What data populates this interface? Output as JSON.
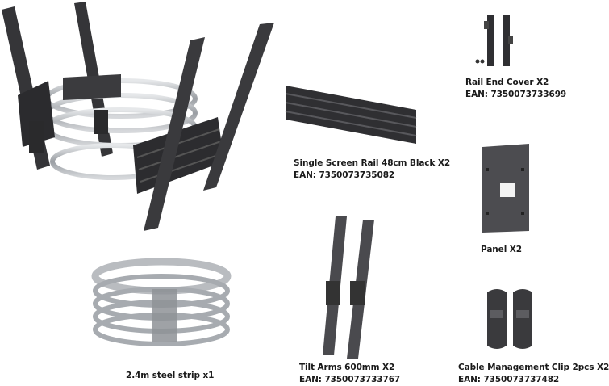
{
  "items": [
    {
      "key": "rail",
      "name": "Single Screen Rail 48cm Black X2",
      "ean": "EAN: 7350073735082"
    },
    {
      "key": "rail_end",
      "name": "Rail End Cover X2",
      "ean": "EAN: 7350073733699"
    },
    {
      "key": "panel",
      "name": "Panel X2",
      "ean": ""
    },
    {
      "key": "strip",
      "name": "2.4m steel strip x1",
      "ean": ""
    },
    {
      "key": "tilt",
      "name": "Tilt Arms 600mm X2",
      "ean": "EAN: 7350073733767"
    },
    {
      "key": "clip",
      "name": "Cable Management Clip 2pcs  X2",
      "ean": "EAN: 7350073737482"
    }
  ],
  "colors": {
    "metal_dark": "#2e2e30",
    "metal_mid": "#4a4a4d",
    "steel": "#b9bcc0"
  }
}
